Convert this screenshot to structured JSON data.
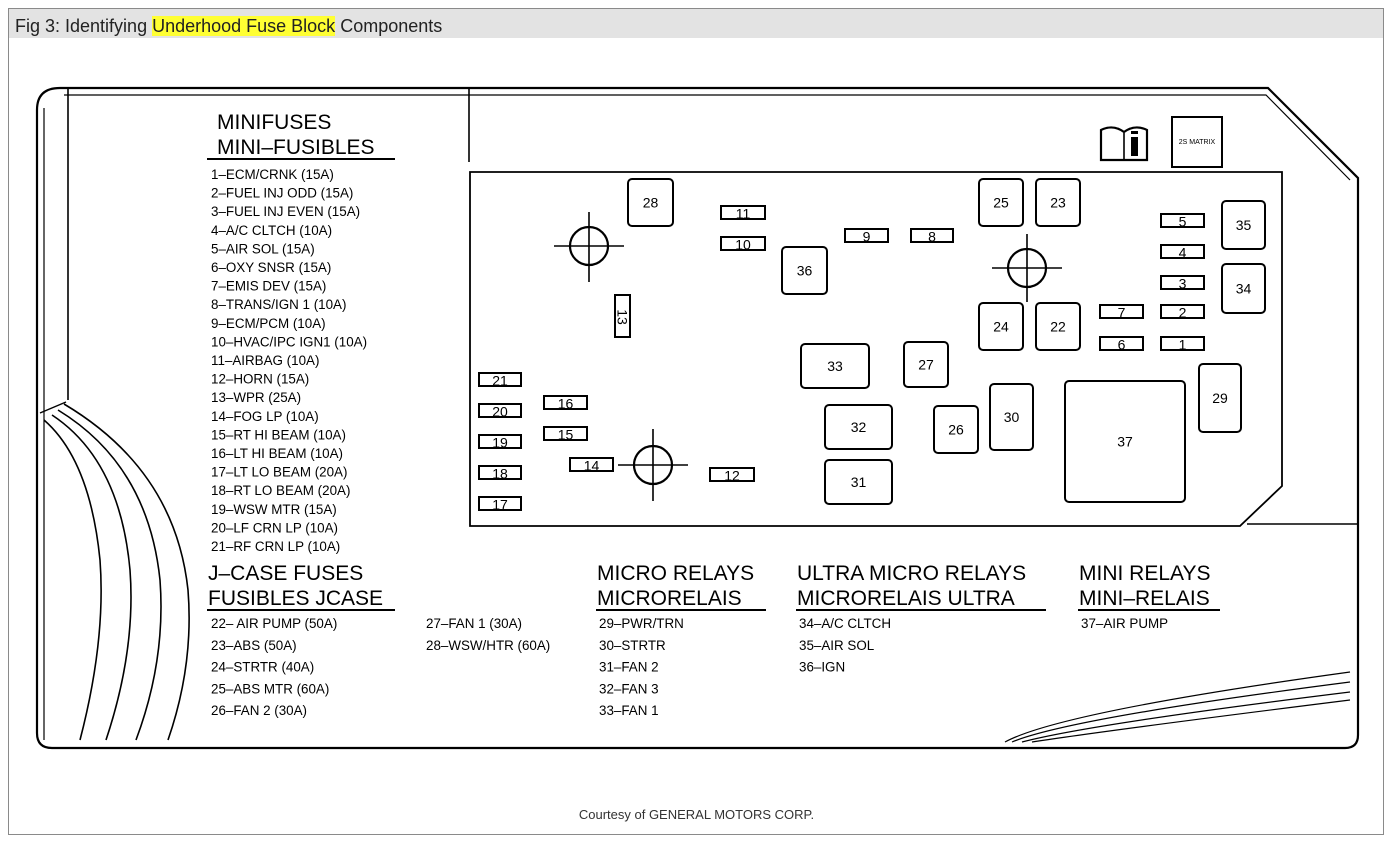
{
  "figure": {
    "title_prefix": "Fig 3: Identifying ",
    "title_highlight": "Underhood Fuse Block",
    "title_suffix": " Components",
    "highlight_color": "#ffff33",
    "courtesy": "Courtesy of GENERAL MOTORS CORP."
  },
  "minifuses": {
    "header": [
      "MINIFUSES",
      "MINI–FUSIBLES"
    ],
    "items": [
      "1–ECM/CRNK (15A)",
      "2–FUEL INJ  ODD (15A)",
      "3–FUEL INJ EVEN (15A)",
      "4–A/C CLTCH (10A)",
      "5–AIR SOL (15A)",
      "6–OXY SNSR (15A)",
      "7–EMIS DEV (15A)",
      "8–TRANS/IGN 1 (10A)",
      "9–ECM/PCM (10A)",
      "10–HVAC/IPC IGN1 (10A)",
      "11–AIRBAG (10A)",
      "12–HORN (15A)",
      "13–WPR (25A)",
      "14–FOG LP (10A)",
      "15–RT HI BEAM (10A)",
      "16–LT HI BEAM (10A)",
      "17–LT LO BEAM (20A)",
      "18–RT LO BEAM (20A)",
      "19–WSW MTR (15A)",
      "20–LF CRN LP (10A)",
      "21–RF CRN LP (10A)"
    ]
  },
  "jcase": {
    "header": [
      "J–CASE FUSES",
      "FUSIBLES JCASE"
    ],
    "col1": [
      "22– AIR PUMP (50A)",
      "23–ABS (50A)",
      "24–STRTR (40A)",
      "25–ABS MTR (60A)",
      "26–FAN 2 (30A)"
    ],
    "col2": [
      "27–FAN 1 (30A)",
      "28–WSW/HTR (60A)"
    ]
  },
  "micro_relays": {
    "header": [
      "MICRO RELAYS",
      "MICRORELAIS"
    ],
    "items": [
      "29–PWR/TRN",
      "30–STRTR",
      "31–FAN 2",
      "32–FAN 3",
      "33–FAN 1"
    ]
  },
  "ultra_micro_relays": {
    "header": [
      "ULTRA MICRO RELAYS",
      "MICRORELAIS ULTRA"
    ],
    "items": [
      "34–A/C CLTCH",
      "35–AIR SOL",
      "36–IGN"
    ]
  },
  "mini_relays": {
    "header": [
      "MINI RELAYS",
      "MINI–RELAIS"
    ],
    "items": [
      "37–AIR PUMP"
    ]
  },
  "block": {
    "matrix_label": "2S MATRIX",
    "fuses": [
      "1",
      "2",
      "3",
      "4",
      "5",
      "6",
      "7",
      "8",
      "9",
      "10",
      "11",
      "12",
      "13",
      "14",
      "15",
      "16",
      "17",
      "18",
      "19",
      "20",
      "21"
    ],
    "relays": [
      "22",
      "23",
      "24",
      "25",
      "26",
      "27",
      "28",
      "29",
      "30",
      "31",
      "32",
      "33",
      "34",
      "35",
      "36",
      "37"
    ]
  }
}
